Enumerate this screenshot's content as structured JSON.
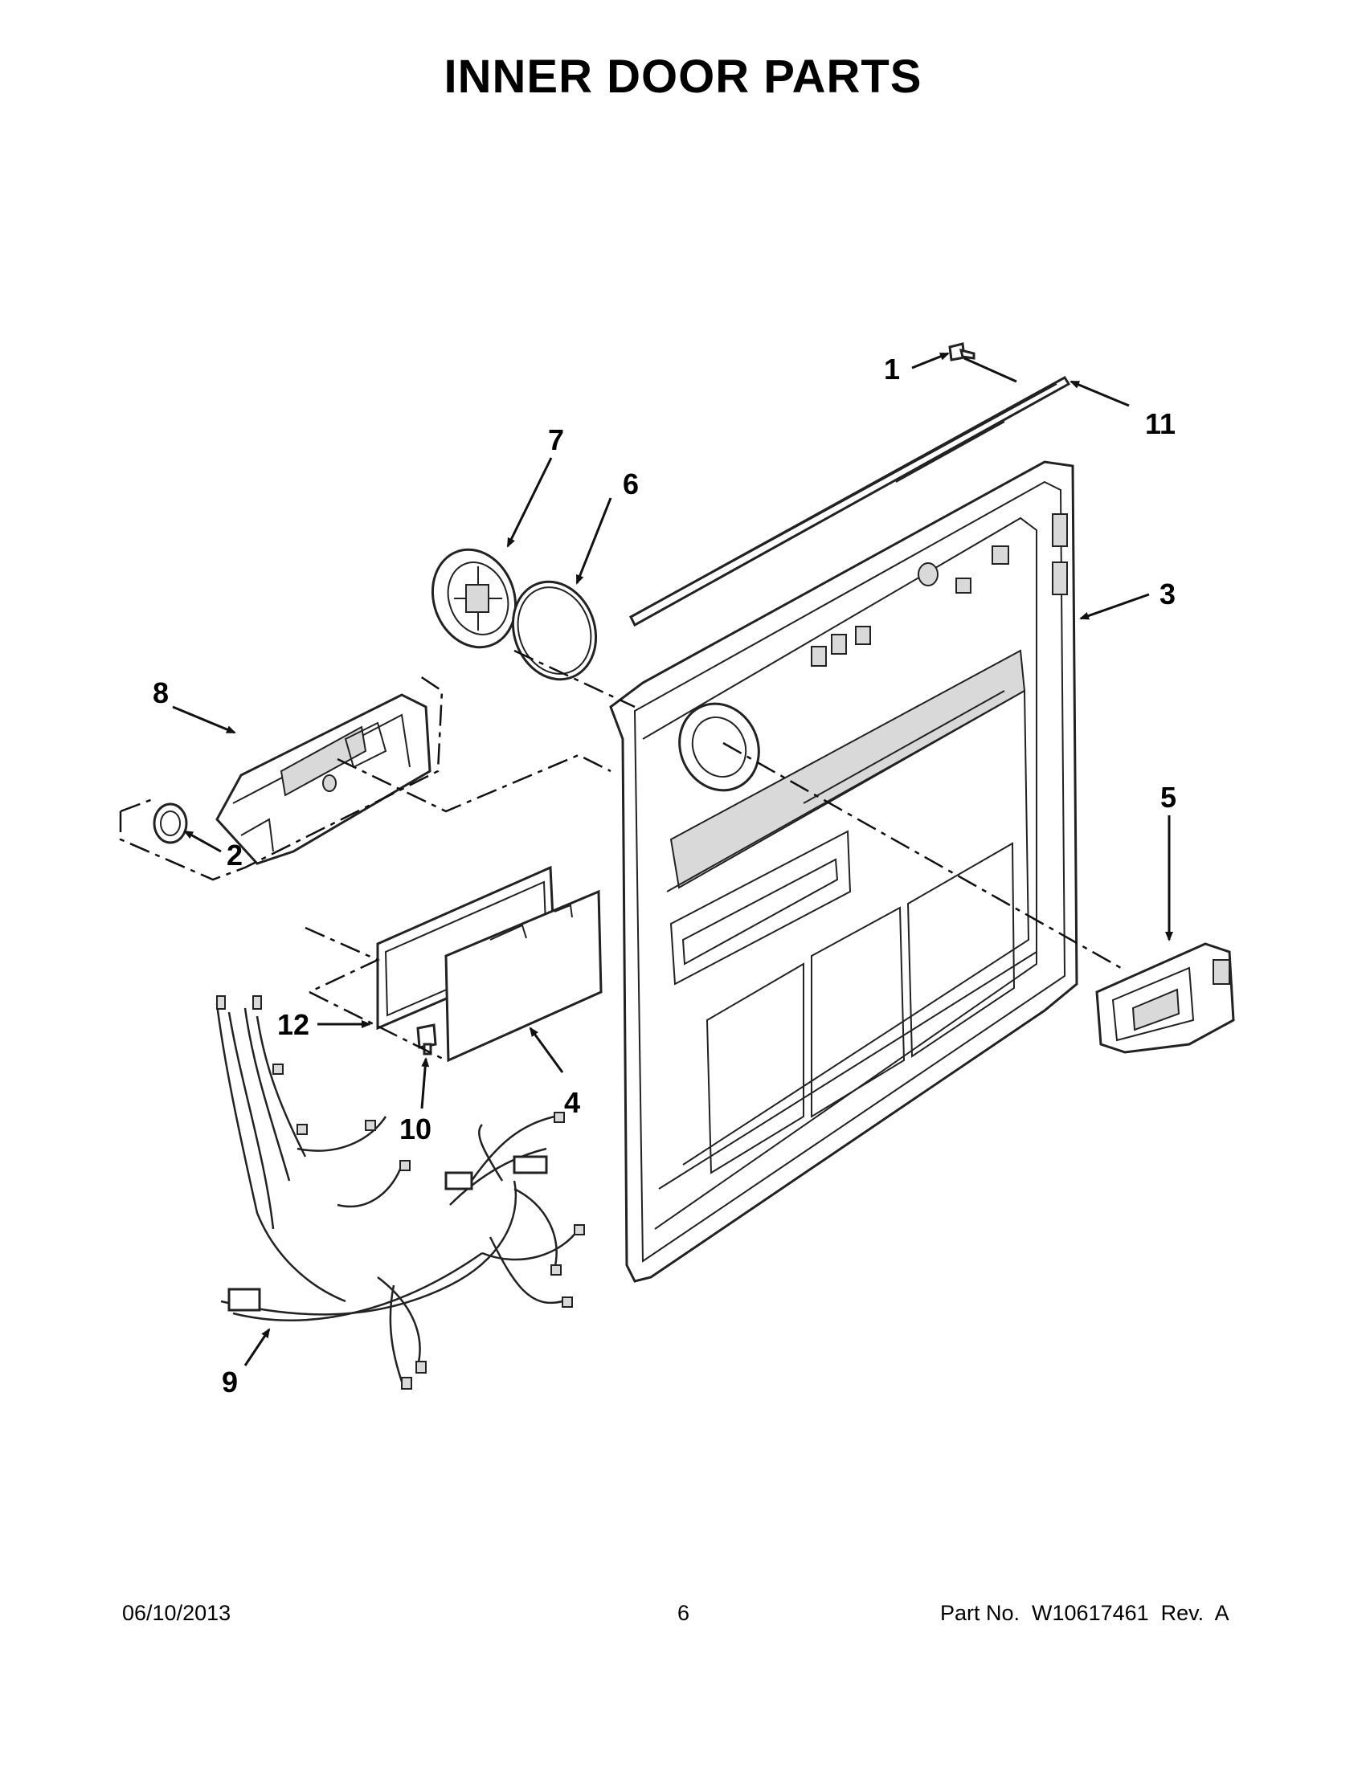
{
  "header": {
    "title": "INNER DOOR PARTS"
  },
  "diagram": {
    "callouts": [
      {
        "id": "1",
        "label": "1"
      },
      {
        "id": "2",
        "label": "2"
      },
      {
        "id": "3",
        "label": "3"
      },
      {
        "id": "4",
        "label": "4"
      },
      {
        "id": "5",
        "label": "5"
      },
      {
        "id": "6",
        "label": "6"
      },
      {
        "id": "7",
        "label": "7"
      },
      {
        "id": "8",
        "label": "8"
      },
      {
        "id": "9",
        "label": "9"
      },
      {
        "id": "10",
        "label": "10"
      },
      {
        "id": "11",
        "label": "11"
      },
      {
        "id": "12",
        "label": "12"
      }
    ]
  },
  "footer": {
    "date": "06/10/2013",
    "page": "6",
    "part_no": "Part No.  W10617461  Rev.  A"
  }
}
